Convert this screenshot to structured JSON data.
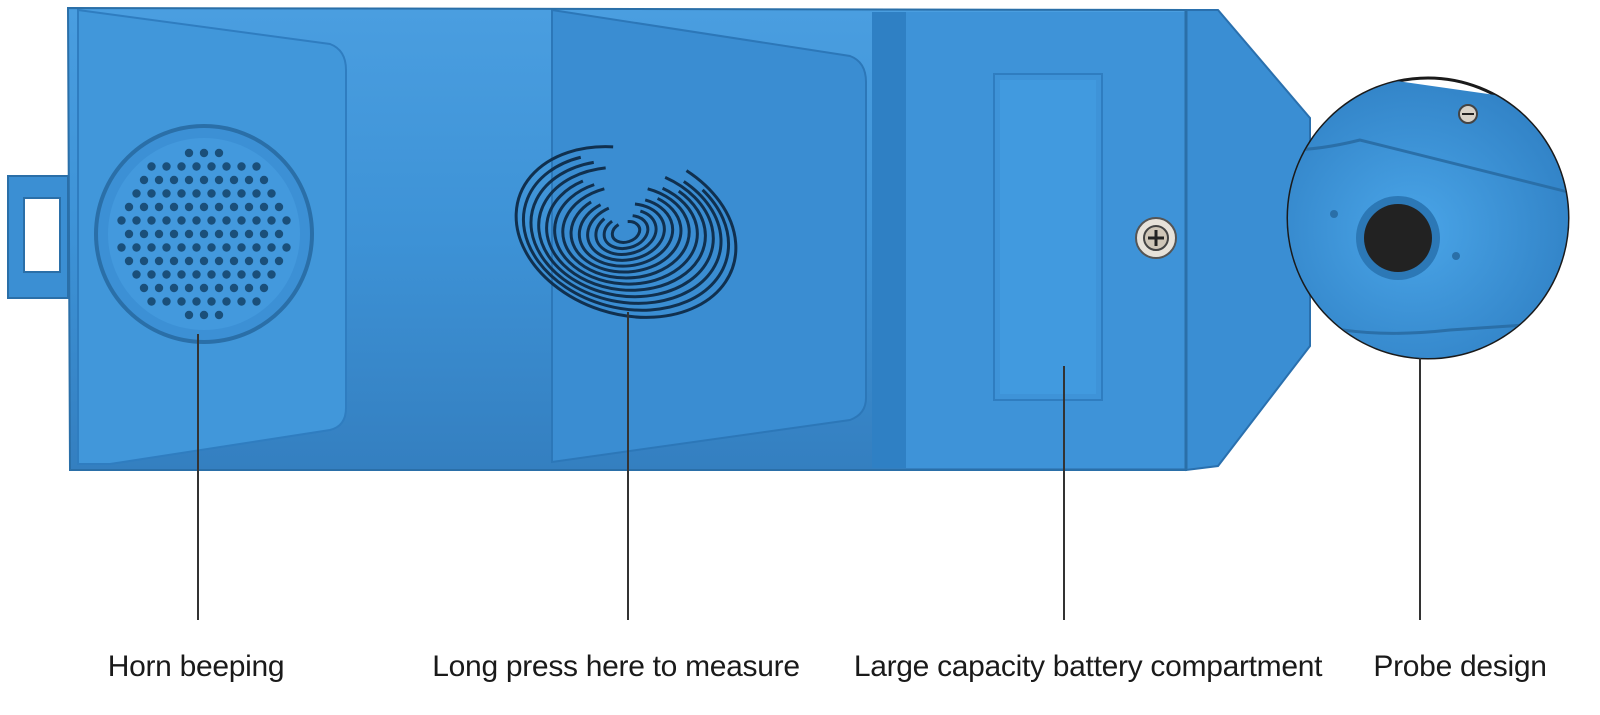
{
  "callouts": {
    "horn": "Horn beeping",
    "press": "Long press here to measure",
    "battery": "Large capacity battery compartment",
    "probe": "Probe design"
  },
  "colors": {
    "device_body": "#3b8fd3",
    "device_dark": "#2f7dc0",
    "device_light": "#4aa0e0",
    "grille_holes": "#1a4f7a",
    "fingerprint": "#10304f",
    "probe_lens": "#222222",
    "leader_line": "#333333"
  },
  "icons": {
    "speaker_grille": "speaker-grille-icon",
    "fingerprint": "fingerprint-icon",
    "screw": "screw-icon",
    "probe_lens": "probe-lens-icon"
  }
}
